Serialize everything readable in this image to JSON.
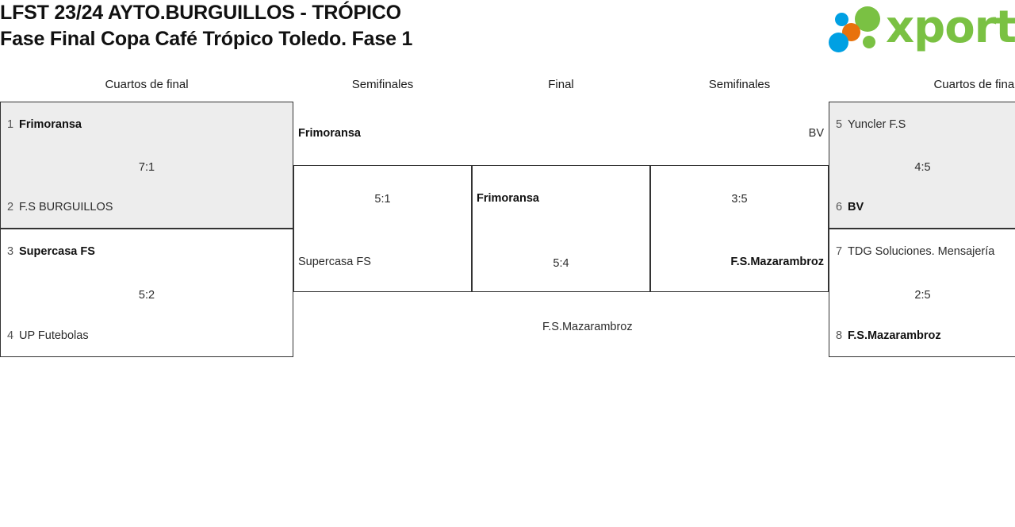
{
  "header": {
    "title_line1": "LFST 23/24 AYTO.BURGUILLOS - TRÓPICO",
    "title_line2": "Fase Final Copa Café Trópico Toledo. Fase 1"
  },
  "brand": {
    "name": "xporty",
    "colors": {
      "green": "#7ac143",
      "blue": "#00a0e3",
      "orange": "#e8720c"
    }
  },
  "rounds": [
    {
      "label": "Cuartos de final"
    },
    {
      "label": "Semifinales"
    },
    {
      "label": "Final"
    },
    {
      "label": "Semifinales"
    },
    {
      "label": "Cuartos de final"
    }
  ],
  "bracket": {
    "left_quarterfinals": [
      {
        "shaded": true,
        "top": {
          "seed": "1",
          "team": "Frimoransa",
          "winner": true
        },
        "bottom": {
          "seed": "2",
          "team": "F.S BURGUILLOS",
          "winner": false
        },
        "score": "7:1"
      },
      {
        "shaded": false,
        "top": {
          "seed": "3",
          "team": "Supercasa FS",
          "winner": true
        },
        "bottom": {
          "seed": "4",
          "team": "UP Futebolas",
          "winner": false
        },
        "score": "5:2"
      }
    ],
    "left_semifinal": {
      "top": {
        "team": "Frimoransa",
        "winner": true
      },
      "bottom": {
        "team": "Supercasa FS",
        "winner": false
      },
      "score": "5:1"
    },
    "final": {
      "top": {
        "team": "Frimoransa",
        "winner": true
      },
      "bottom": {
        "team": "F.S.Mazarambroz",
        "winner": false
      },
      "score": "5:4"
    },
    "right_semifinal": {
      "top": {
        "team": "BV",
        "winner": false
      },
      "bottom": {
        "team": "F.S.Mazarambroz",
        "winner": true
      },
      "score": "3:5"
    },
    "right_quarterfinals": [
      {
        "shaded": true,
        "top": {
          "seed": "5",
          "team": "Yuncler F.S",
          "winner": false
        },
        "bottom": {
          "seed": "6",
          "team": "BV",
          "winner": true
        },
        "score": "4:5"
      },
      {
        "shaded": false,
        "top": {
          "seed": "7",
          "team": "TDG Soluciones. Mensajería",
          "winner": false
        },
        "bottom": {
          "seed": "8",
          "team": "F.S.Mazarambroz",
          "winner": true
        },
        "score": "2:5"
      }
    ]
  }
}
